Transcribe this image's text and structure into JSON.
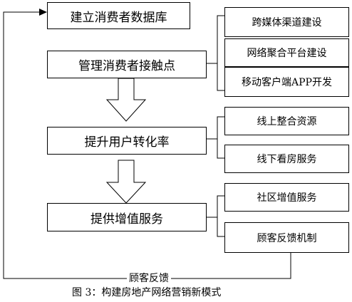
{
  "steps": [
    "建立消费者数据库",
    "管理消费者接触点",
    "提升用户转化率",
    "提供增值服务"
  ],
  "side_groups": [
    [
      "跨媒体渠道建设",
      "网络聚合平台建设",
      "移动客户端APP开发"
    ],
    [
      "线上整合资源",
      "线下看房服务"
    ],
    [
      "社区增值服务",
      "顾客反馈机制"
    ]
  ],
  "feedback_label": "顾客反馈",
  "caption": "图 3：构建房地产网络营销新模式"
}
